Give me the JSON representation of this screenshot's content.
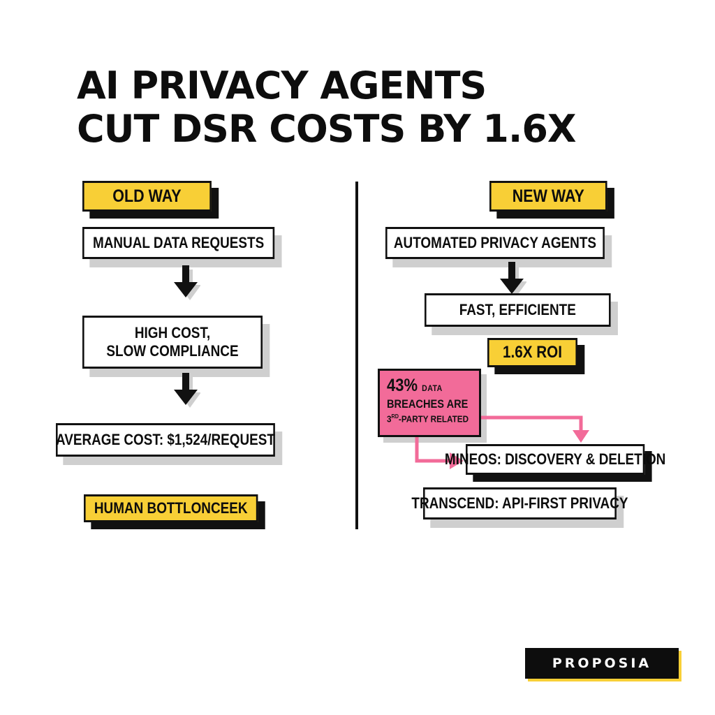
{
  "title": {
    "line1": "AI PRIVACY AGENTS",
    "line2": "CUT DSR COSTS BY 1.6X"
  },
  "old_way": {
    "label": "OLD WAY",
    "step1": "MANUAL DATA REQUESTS",
    "step2_line1": "HIGH COST,",
    "step2_line2": "SLOW COMPLIANCE",
    "step3": "AVERAGE COST: $1,524/REQUEST",
    "callout": "HUMAN BOTTLONCEEK"
  },
  "new_way": {
    "label": "NEW WAY",
    "step1": "AUTOMATED PRIVACY AGENTS",
    "step2": "FAST, EFFICIENTE",
    "roi": "1.6X ROI",
    "breach": {
      "percent": "43%",
      "data": "DATA",
      "line2": "BREACHES ARE",
      "line3_prefix": "3",
      "line3_sup": "RD",
      "line3_suffix": "-PARTY RELATED"
    },
    "vendor1": "MINEOS: DISCOVERY & DELETION",
    "vendor2": "TRANSCEND: API-FIRST PRIVACY"
  },
  "brand": "PROPOSIA",
  "colors": {
    "yellow": "#f8cf36",
    "pink": "#f26b99",
    "ink": "#111111",
    "shadow": "#cfcfcf"
  }
}
